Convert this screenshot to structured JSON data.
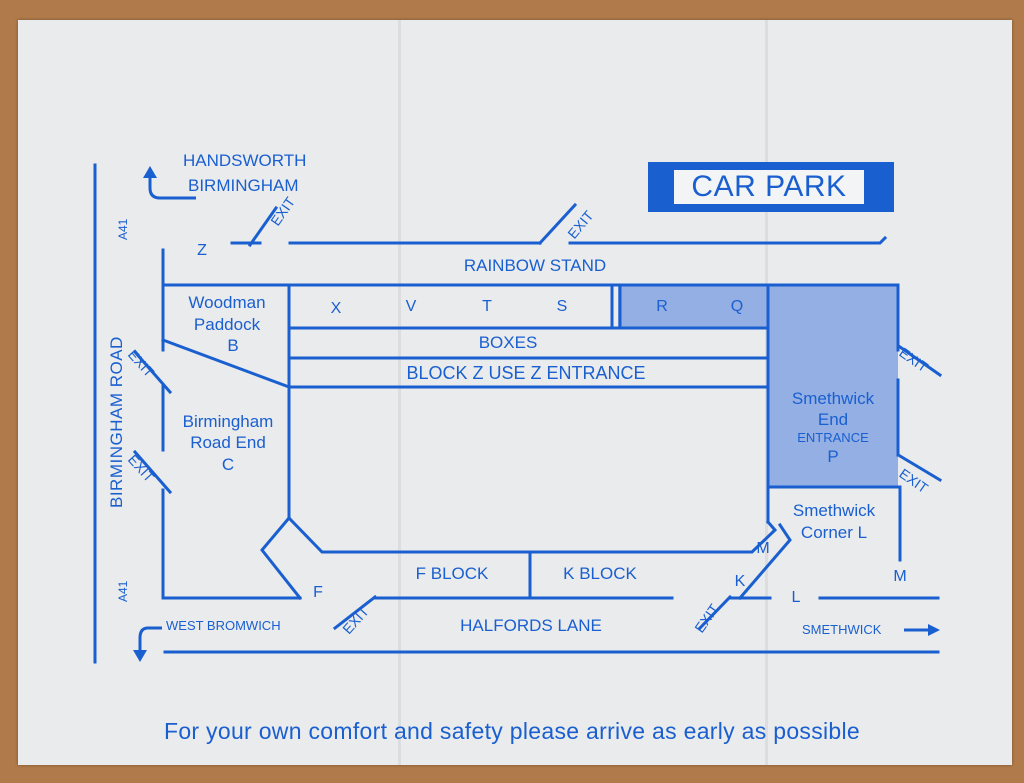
{
  "car_park": "CAR PARK",
  "roads": {
    "a41_top": "A41",
    "a41_bottom": "A41",
    "birmingham_road": "BIRMINGHAM ROAD",
    "halfords_lane": "HALFORDS LANE"
  },
  "directions": {
    "handsworth": "HANDSWORTH",
    "birmingham": "BIRMINGHAM",
    "west_bromwich": "WEST BROMWICH",
    "smethwick": "SMETHWICK"
  },
  "exit_label": "EXIT",
  "stands": {
    "rainbow": "RAINBOW STAND",
    "boxes": "BOXES",
    "block_z": "BLOCK Z USE Z ENTRANCE",
    "woodman": [
      "Woodman",
      "Paddock",
      "B"
    ],
    "birmingham_road_end": [
      "Birmingham",
      "Road End",
      "C"
    ],
    "smethwick_end": [
      "Smethwick",
      "End",
      "ENTRANCE",
      "P"
    ],
    "smethwick_corner": [
      "Smethwick",
      "Corner L"
    ],
    "f_block": "F BLOCK",
    "k_block": "K BLOCK"
  },
  "sections": {
    "x": "X",
    "v": "V",
    "t": "T",
    "s": "S",
    "r": "R",
    "q": "Q",
    "z": "Z",
    "f": "F",
    "m_upper": "M",
    "k": "K",
    "l": "L",
    "m_lower": "M"
  },
  "colors": {
    "ink": "#1a5fd0",
    "shade": "#93afe3",
    "paper": "#e9ebec"
  },
  "footer": "For your own comfort and safety please arrive as early as possible"
}
